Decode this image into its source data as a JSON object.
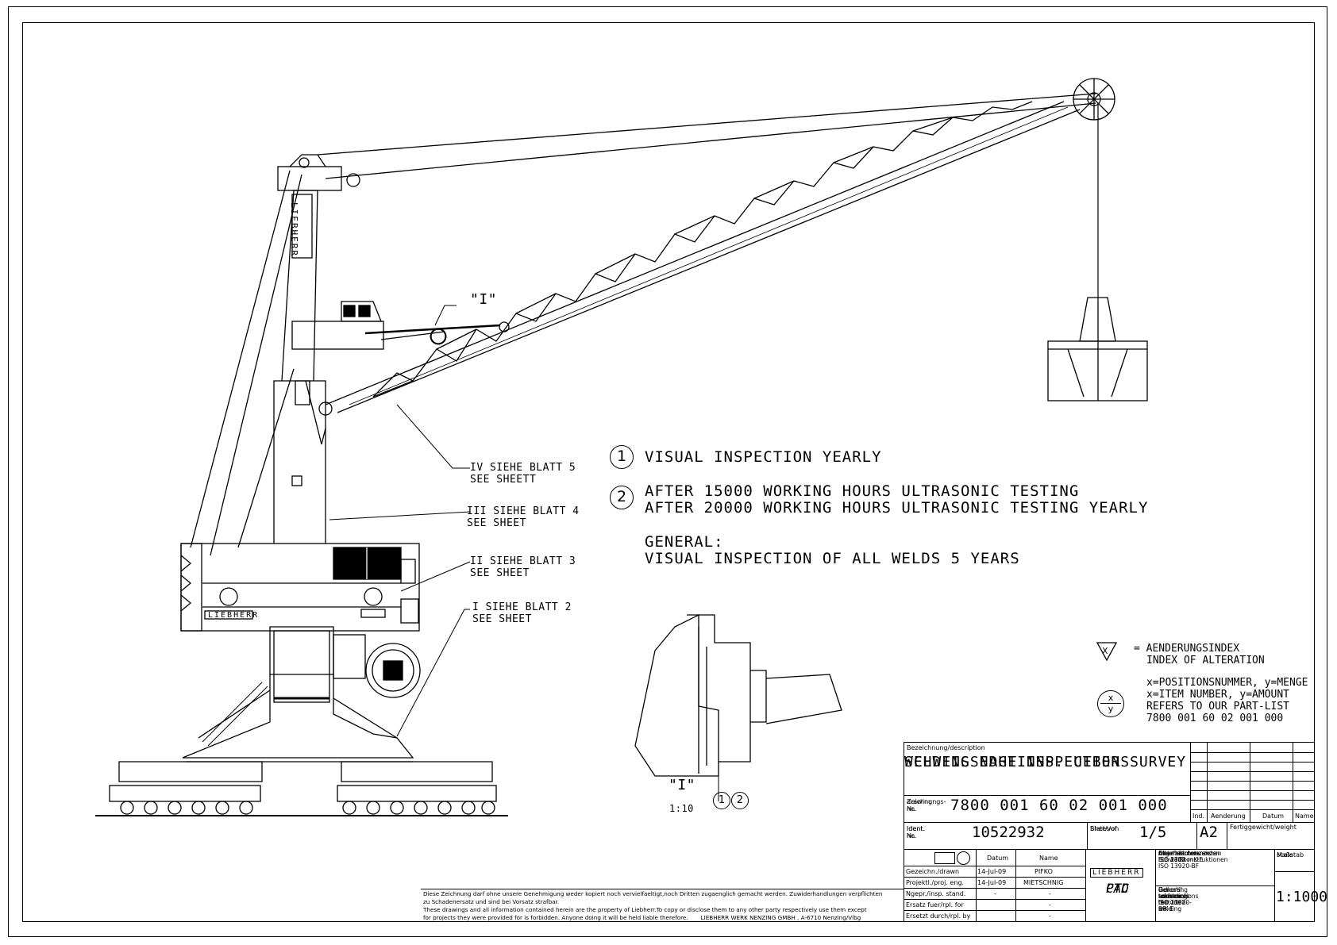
{
  "view_label": "\"I\"",
  "view_scale": "1:10",
  "callouts": [
    {
      "id": "iv",
      "line1": "IV SIEHE BLATT 5",
      "line2": "SEE SHEETT"
    },
    {
      "id": "iii",
      "line1": "III SIEHE BLATT 4",
      "line2": "SEE SHEET"
    },
    {
      "id": "ii",
      "line1": "II SIEHE BLATT 3",
      "line2": "SEE SHEET"
    },
    {
      "id": "i",
      "line1": "I SIEHE BLATT 2",
      "line2": "SEE SHEET"
    }
  ],
  "notes": {
    "n1_marker": "1",
    "n1_text": "VISUAL INSPECTION YEARLY",
    "n2_marker": "2",
    "n2_line1": "AFTER 15000 WORKING HOURS ULTRASONIC TESTING",
    "n2_line2": "AFTER 20000 WORKING HOURS ULTRASONIC TESTING YEARLY",
    "general_title": "GENERAL:",
    "general_text": "VISUAL INSPECTION OF ALL WELDS 5 YEARS"
  },
  "detail_markers": [
    "1",
    "2"
  ],
  "crane_brand": "LIEBHERR",
  "legend": {
    "alter_line1": "= AENDERUNGSINDEX",
    "alter_line2": "INDEX OF ALTERATION",
    "item_x": "x",
    "item_y": "y",
    "item_line1": "x=POSITIONSNUMMER, y=MENGE",
    "item_line2": "x=ITEM NUMBER, y=AMOUNT",
    "item_line3": "REFERS TO OUR PART-LIST",
    "item_line4": "7800 001 60 02 001 000"
  },
  "title_block": {
    "desc_label": "Bezeichnung/description",
    "title_de": "SCHWEISSNAHTINSP. UEBERS",
    "title_en": "WELDING EDGE INSPECTION SURVEY",
    "drawing_no_label_1": "Zeichnungs-Nr.",
    "drawing_no_label_2": "drawing no.",
    "drawing_no": "7800 001 60 02 001 000",
    "ident_label_1": "Ident. Nr.",
    "ident_label_2": "ident. no.",
    "ident_no": "10522932",
    "sheet_label_1": "Blatt/von",
    "sheet_label_2": "Sheet/of",
    "sheet": "1/5",
    "format": "A2",
    "rev_ind": "Ind.",
    "rev_change": "Aenderung",
    "rev_date": "Datum",
    "rev_name": "Name",
    "weight_label": "Fertiggewicht/weight",
    "col_datum": "Datum",
    "col_name": "Name",
    "rows": [
      {
        "label": "Gezeichn./drawn",
        "date": "14-Jul-09",
        "name": "PIFKO"
      },
      {
        "label": "Projektl./proj. eng.",
        "date": "14-Jul-09",
        "name": "MIETSCHNIG"
      },
      {
        "label": "Ngepr./insp. stand.",
        "date": "-",
        "name": "-"
      },
      {
        "label": "Ersatz fuer/rpl. for",
        "date": "",
        "name": "-"
      },
      {
        "label": "Ersetzt durch/rpl. by",
        "date": "",
        "name": "-"
      }
    ],
    "company_logo": "LIEBHERR",
    "cad_1": "CAD",
    "cad_2": "PTC",
    "tol_de_1": "Allgemeintoleranzen ISO 2768-mK-E",
    "tol_de_2": "Freimaßtoleranzen",
    "tol_de_3": "-Schweißkonstruktionen ISO 13920-BF",
    "tol_de_4": "Oberflaechenzeichen ISO 1302",
    "tol_en_1": "General tolerances ISO 2768-mK-E",
    "tol_en_2": "General tolerances for welding",
    "tol_en_3": "- constructions ISO 13920-BF",
    "tol_en_4": "indicating surface texture",
    "tol_en_5": "- according ISO 1302",
    "scale_label_1": "Maßstab",
    "scale_label_2": "scale",
    "scale": "1:1000"
  },
  "disclaimer": {
    "line1": "Diese Zeichnung darf ohne unsere Genehmigung weder kopiert noch vervielfaeltigt,noch Dritten zugaenglich gemacht werden. Zuwiderhandlungen verpflichten",
    "line2": "zu Schadenersatz und sind bei Vorsatz strafbar.",
    "line3": "These drawings and all information contained herein are the property of Liebherr.To copy or disclose them to any other party respectively use them except",
    "line4": "for projects they were provided for is forbidden. Anyone doing it will be held liable therefore.",
    "company": "LIEBHERR WERK NENZING GMBH , A-6710 Nenzing/Vlbg"
  }
}
